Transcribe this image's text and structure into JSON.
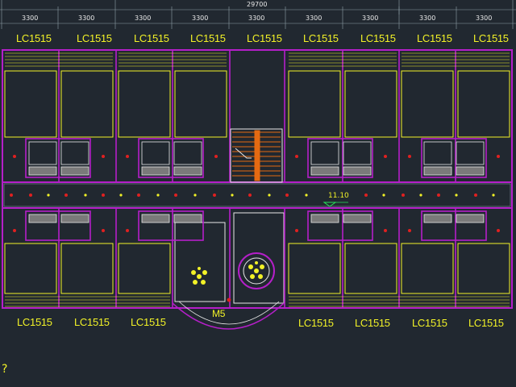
{
  "drawing": {
    "total_dimension": "29700",
    "bay_dimensions": [
      "3300",
      "3300",
      "3300",
      "3300",
      "3300",
      "3300",
      "3300",
      "3300",
      "3300"
    ],
    "top_window_labels": [
      "LC1515",
      "LC1515",
      "LC1515",
      "LC1515",
      "LC1515",
      "LC1515",
      "LC1515",
      "LC1515",
      "LC1515"
    ],
    "bottom_window_labels": [
      "LC1515",
      "LC1515",
      "LC1515",
      "LC1515",
      "LC1515",
      "LC1515",
      "LC1515"
    ],
    "door_label": "M5",
    "elevation_mark": "11.10",
    "command_prompt": "?"
  },
  "colors": {
    "background": "#212830",
    "wall": "#b51fc9",
    "window": "#f2f227",
    "text": "#f2f227",
    "dimension": "#e9e9e9",
    "stair": "#e46a12",
    "fixture_red": "#e02020",
    "fixture_yellow": "#f2f227"
  }
}
